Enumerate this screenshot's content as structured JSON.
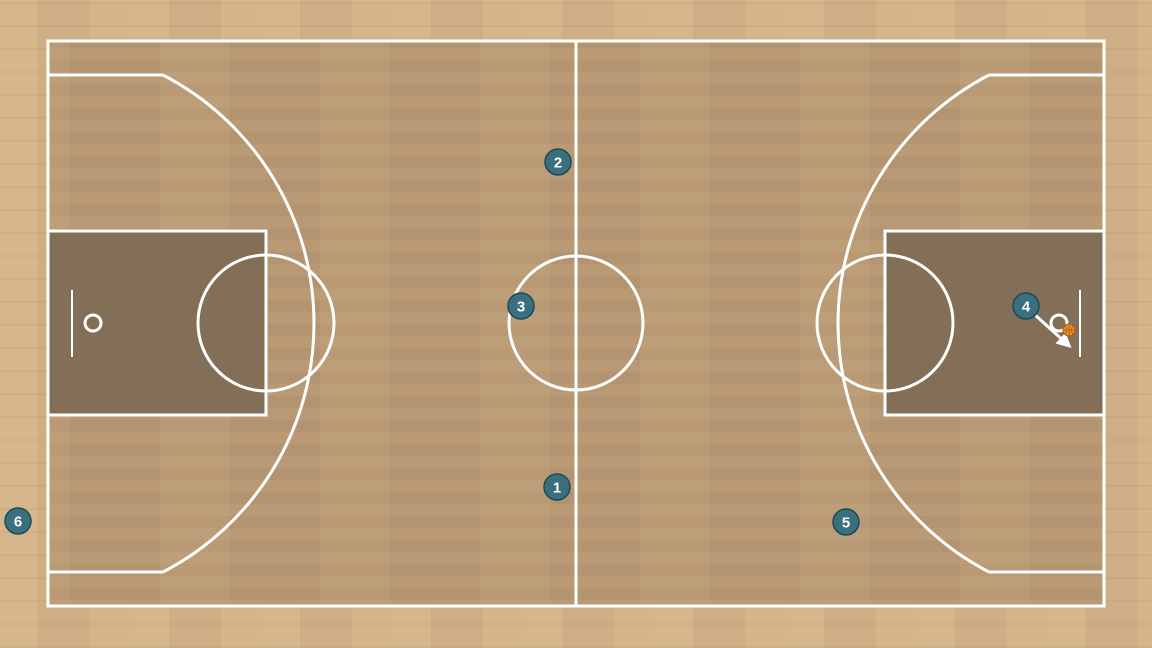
{
  "court": {
    "floor_color": "#d5b488",
    "court_color": "#b99a74",
    "paint_color": "#836f57",
    "line_color": "#ffffff"
  },
  "players": [
    {
      "id": "player-1",
      "label": "1"
    },
    {
      "id": "player-2",
      "label": "2"
    },
    {
      "id": "player-3",
      "label": "3"
    },
    {
      "id": "player-4",
      "label": "4"
    },
    {
      "id": "player-5",
      "label": "5"
    },
    {
      "id": "player-6",
      "label": "6"
    }
  ],
  "player_style": {
    "fill": "#3a6f7e",
    "border": "#1e4a57",
    "text_color": "#ffffff"
  },
  "ball": {
    "icon": "basketball-icon",
    "color": "#e8902a",
    "holder": "4"
  },
  "movement": {
    "icon": "arrow-icon",
    "from": "4",
    "color": "#ffffff"
  }
}
